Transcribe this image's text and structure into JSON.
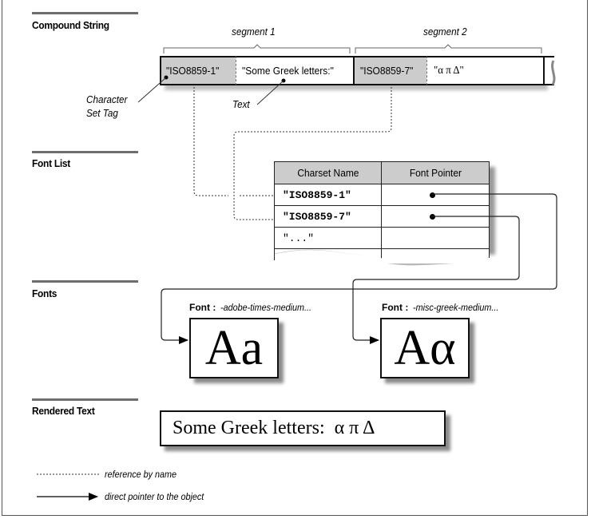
{
  "sections": {
    "compound_string": "Compound String",
    "font_list": "Font List",
    "fonts": "Fonts",
    "rendered_text": "Rendered Text"
  },
  "compound_string": {
    "segments": [
      {
        "label": "segment 1",
        "tag": "\"ISO8859-1\"",
        "text": "\"Some Greek letters:\""
      },
      {
        "label": "segment 2",
        "tag": "\"ISO8859-7\"",
        "text": "\"α π Δ\""
      }
    ],
    "annotations": {
      "charset_tag_line1": "Character",
      "charset_tag_line2": "Set Tag",
      "text": "Text"
    }
  },
  "font_list": {
    "columns": [
      "Charset Name",
      "Font Pointer"
    ],
    "rows": [
      {
        "charset": "\"ISO8859-1\"",
        "has_pointer": true
      },
      {
        "charset": "\"ISO8859-7\"",
        "has_pointer": true
      },
      {
        "charset": "\"...\"",
        "has_pointer": false
      }
    ]
  },
  "fonts": [
    {
      "label": "Font :",
      "name": "-adobe-times-medium...",
      "sample": "Aa"
    },
    {
      "label": "Font :",
      "name": "-misc-greek-medium...",
      "sample": "Aα"
    }
  ],
  "rendered": {
    "text": "Some Greek letters:  α π Δ"
  },
  "legend": {
    "dotted": "reference by name",
    "arrow": "direct pointer to the object"
  },
  "colors": {
    "tag_fill": "#cccccc",
    "section_bar": "#6e6e6e",
    "line": "#111111"
  }
}
